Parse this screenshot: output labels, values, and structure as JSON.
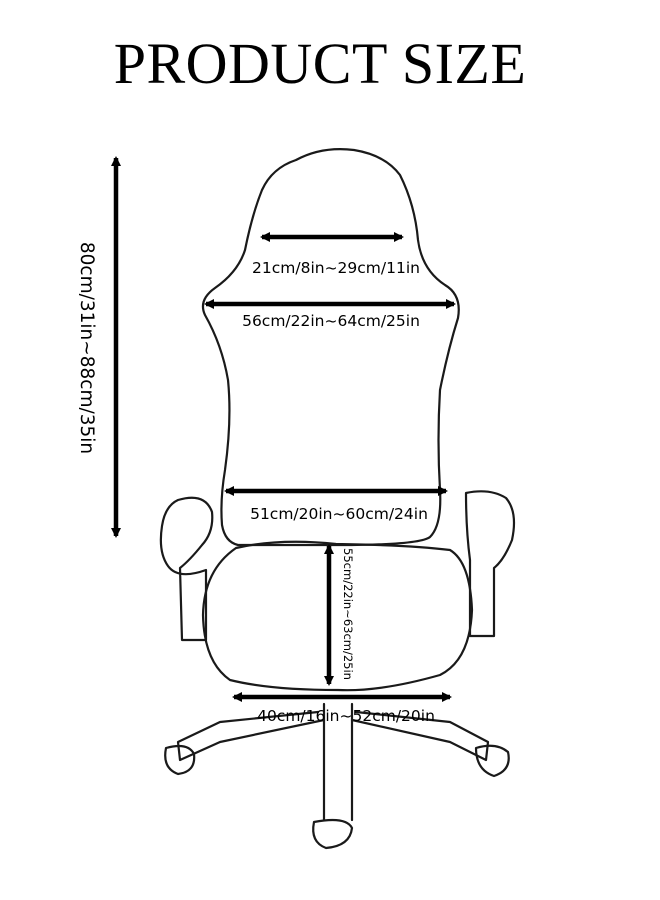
{
  "title": "PRODUCT SIZE",
  "dimensions": {
    "total_height": "80cm/31in~88cm/35in",
    "headrest_width": "21cm/8in~29cm/11in",
    "shoulder_width": "56cm/22in~64cm/25in",
    "back_bottom_width": "51cm/20in~60cm/24in",
    "seat_depth": "55cm/22in~63cm/25in",
    "seat_width": "40cm/16in~52cm/20in"
  }
}
